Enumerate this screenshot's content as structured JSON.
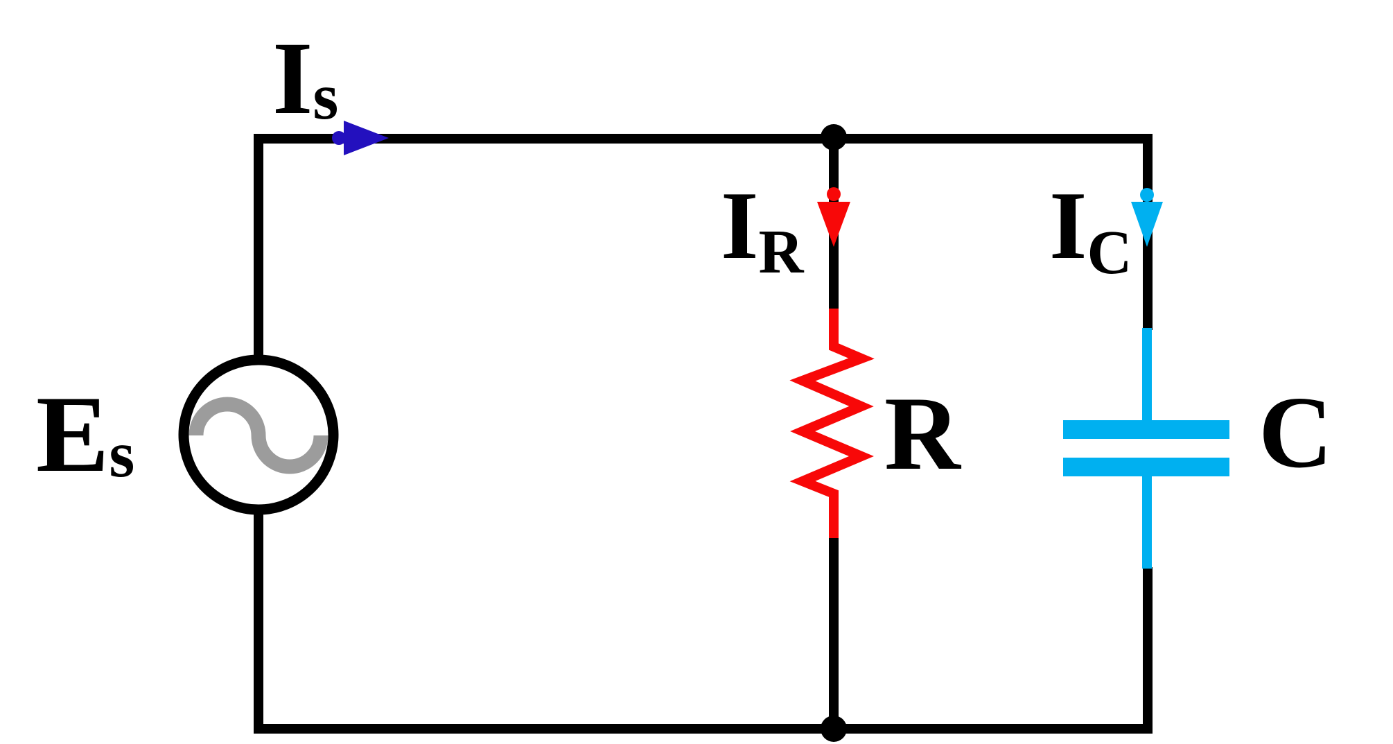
{
  "diagram": {
    "type": "circuit-schematic",
    "description_visible_elements": "parallel RC circuit: AC source, resistor branch, capacitor branch",
    "labels": {
      "source_current": {
        "base": "I",
        "sub": "s"
      },
      "source_voltage": {
        "base": "E",
        "sub": "s"
      },
      "resistor_current": {
        "base": "I",
        "sub": "R"
      },
      "capacitor_current": {
        "base": "I",
        "sub": "C"
      },
      "resistor": "R",
      "capacitor": "C"
    },
    "colors": {
      "wire": "#000000",
      "label_text": "#000000",
      "source_current_arrow": "#2310be",
      "resistor": "#f80808",
      "capacitor": "#00b0f0",
      "source_waveform": "#9c9c9c",
      "background": "#ffffff"
    },
    "icons": {
      "source": "ac-sine-source-icon",
      "resistor": "zigzag-resistor-icon",
      "capacitor": "parallel-plate-capacitor-icon",
      "source_current_arrow": "arrow-right-icon",
      "resistor_current_arrow": "arrow-down-icon",
      "capacitor_current_arrow": "arrow-down-icon"
    },
    "arrow_directions": {
      "source_current": "right",
      "resistor_current": "down",
      "capacitor_current": "down"
    }
  }
}
